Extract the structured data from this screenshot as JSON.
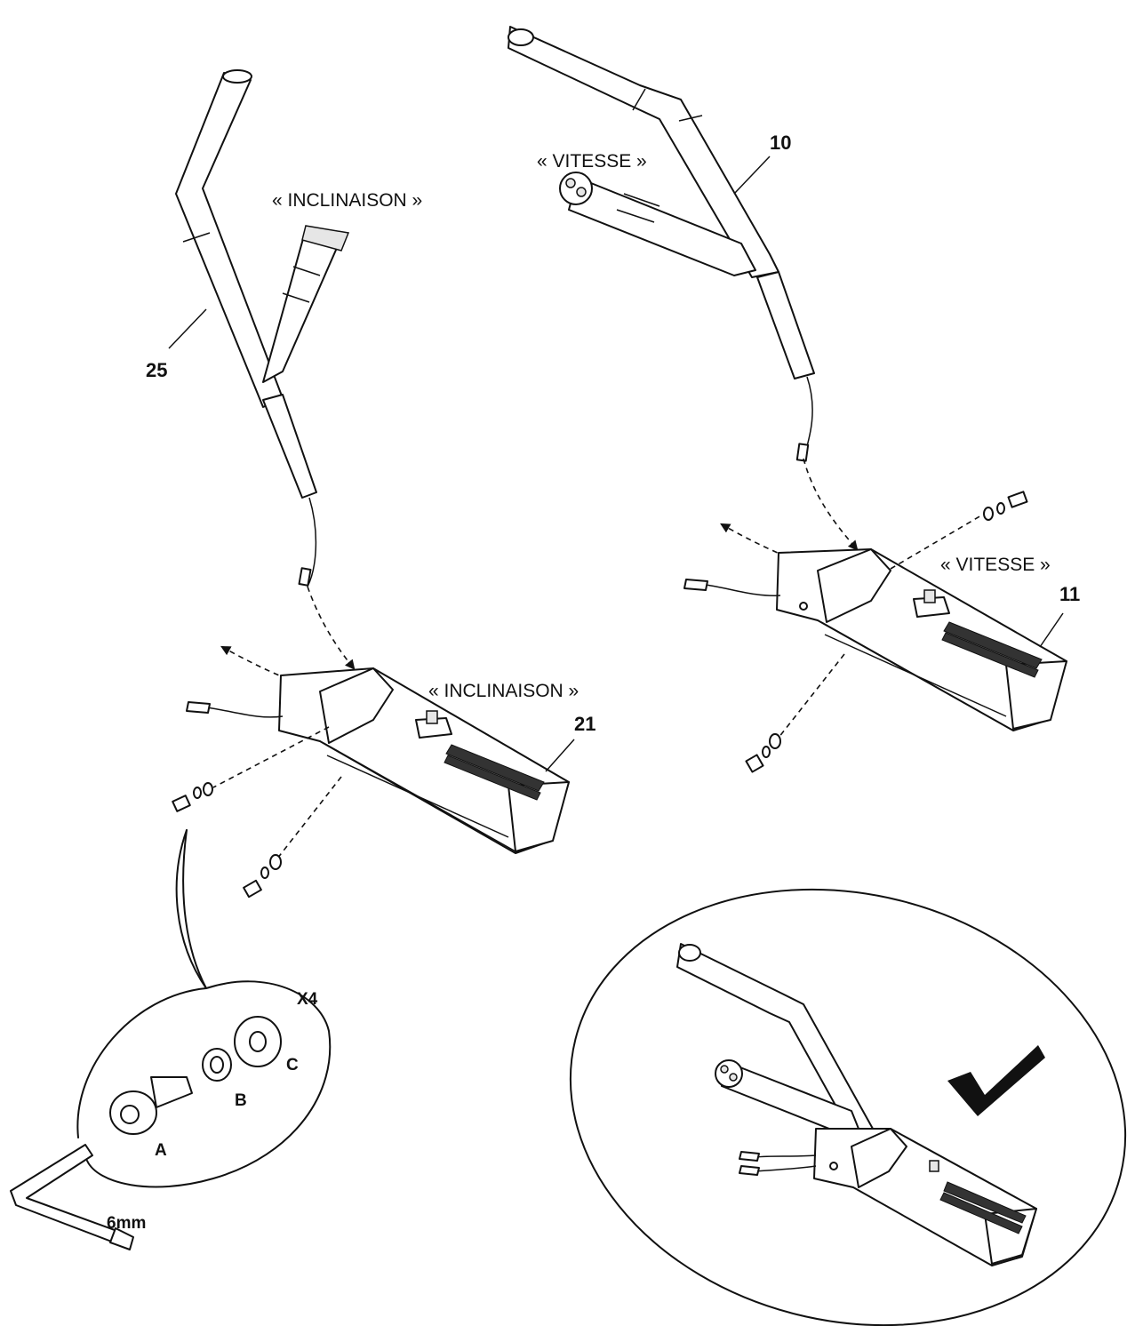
{
  "labels": {
    "part_25": "25",
    "part_10": "10",
    "part_21": "21",
    "part_11": "11",
    "incline_top": "« INCLINAISON »",
    "incline_bottom": "« INCLINAISON »",
    "speed_top": "« VITESSE »",
    "speed_bottom": "« VITESSE »",
    "quantity": "X4",
    "hw_a": "A",
    "hw_b": "B",
    "hw_c": "C",
    "wrench_size": "6mm"
  },
  "icons": {
    "confirm": "checkmark-icon",
    "tool": "allen-key-icon"
  }
}
